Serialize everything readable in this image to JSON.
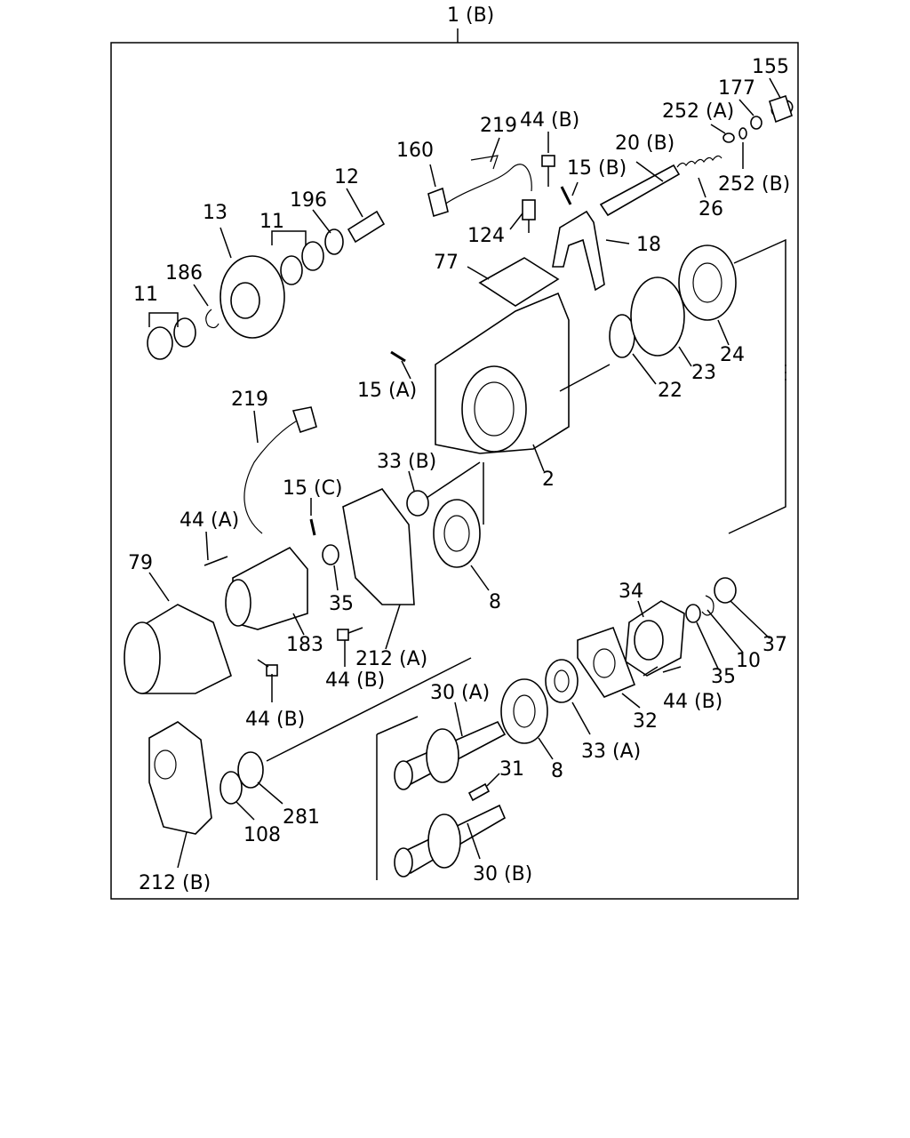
{
  "assembly_label": "1 (B)",
  "part_labels": [
    {
      "id": "155",
      "text": "155"
    },
    {
      "id": "177",
      "text": "177"
    },
    {
      "id": "252a",
      "text": "252 (A)"
    },
    {
      "id": "252b",
      "text": "252 (B)"
    },
    {
      "id": "44b-top",
      "text": "44 (B)"
    },
    {
      "id": "219-top",
      "text": "219"
    },
    {
      "id": "160",
      "text": "160"
    },
    {
      "id": "20b",
      "text": "20 (B)"
    },
    {
      "id": "15b",
      "text": "15 (B)"
    },
    {
      "id": "26",
      "text": "26"
    },
    {
      "id": "124",
      "text": "124"
    },
    {
      "id": "18",
      "text": "18"
    },
    {
      "id": "12",
      "text": "12"
    },
    {
      "id": "196",
      "text": "196"
    },
    {
      "id": "13",
      "text": "13"
    },
    {
      "id": "11-upper",
      "text": "11"
    },
    {
      "id": "186",
      "text": "186"
    },
    {
      "id": "11-lower",
      "text": "11"
    },
    {
      "id": "77",
      "text": "77"
    },
    {
      "id": "15a",
      "text": "15 (A)"
    },
    {
      "id": "22",
      "text": "22"
    },
    {
      "id": "23",
      "text": "23"
    },
    {
      "id": "24",
      "text": "24"
    },
    {
      "id": "219-mid",
      "text": "219"
    },
    {
      "id": "33b",
      "text": "33 (B)"
    },
    {
      "id": "2",
      "text": "2"
    },
    {
      "id": "15c",
      "text": "15 (C)"
    },
    {
      "id": "44a",
      "text": "44 (A)"
    },
    {
      "id": "79",
      "text": "79"
    },
    {
      "id": "35-left",
      "text": "35"
    },
    {
      "id": "8-upper",
      "text": "8"
    },
    {
      "id": "183",
      "text": "183"
    },
    {
      "id": "212a",
      "text": "212 (A)"
    },
    {
      "id": "44b-mid",
      "text": "44 (B)"
    },
    {
      "id": "44b-left",
      "text": "44 (B)"
    },
    {
      "id": "34",
      "text": "34"
    },
    {
      "id": "37",
      "text": "37"
    },
    {
      "id": "10",
      "text": "10"
    },
    {
      "id": "35-right",
      "text": "35"
    },
    {
      "id": "44b-right",
      "text": "44 (B)"
    },
    {
      "id": "32",
      "text": "32"
    },
    {
      "id": "30a",
      "text": "30 (A)"
    },
    {
      "id": "33a",
      "text": "33 (A)"
    },
    {
      "id": "8-lower",
      "text": "8"
    },
    {
      "id": "31",
      "text": "31"
    },
    {
      "id": "281",
      "text": "281"
    },
    {
      "id": "108",
      "text": "108"
    },
    {
      "id": "212b",
      "text": "212 (B)"
    },
    {
      "id": "30b",
      "text": "30 (B)"
    }
  ]
}
